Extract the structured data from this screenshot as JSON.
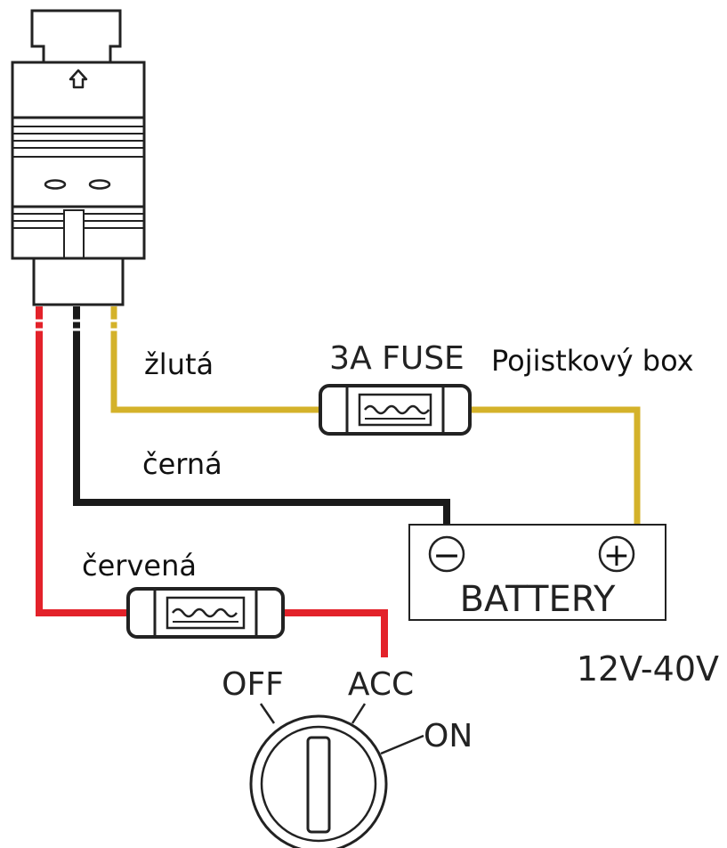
{
  "labels": {
    "yellow_wire": "žlutá",
    "black_wire": "černá",
    "red_wire": "červená",
    "fuse": "3A FUSE",
    "fuse_box": "Pojistkový box",
    "battery": "BATTERY",
    "voltage": "12V-40V",
    "off": "OFF",
    "acc": "ACC",
    "on": "ON"
  },
  "battery_terminals": {
    "negative": "−",
    "positive": "+"
  },
  "colors": {
    "yellow_wire": "#d4b22a",
    "black_wire": "#1a1a1a",
    "red_wire": "#e3222a",
    "outline": "#222222"
  },
  "icons": {
    "connector_arrow": "up-arrow-icon",
    "fuse": "fuse-icon",
    "ignition": "ignition-key-switch-icon"
  }
}
